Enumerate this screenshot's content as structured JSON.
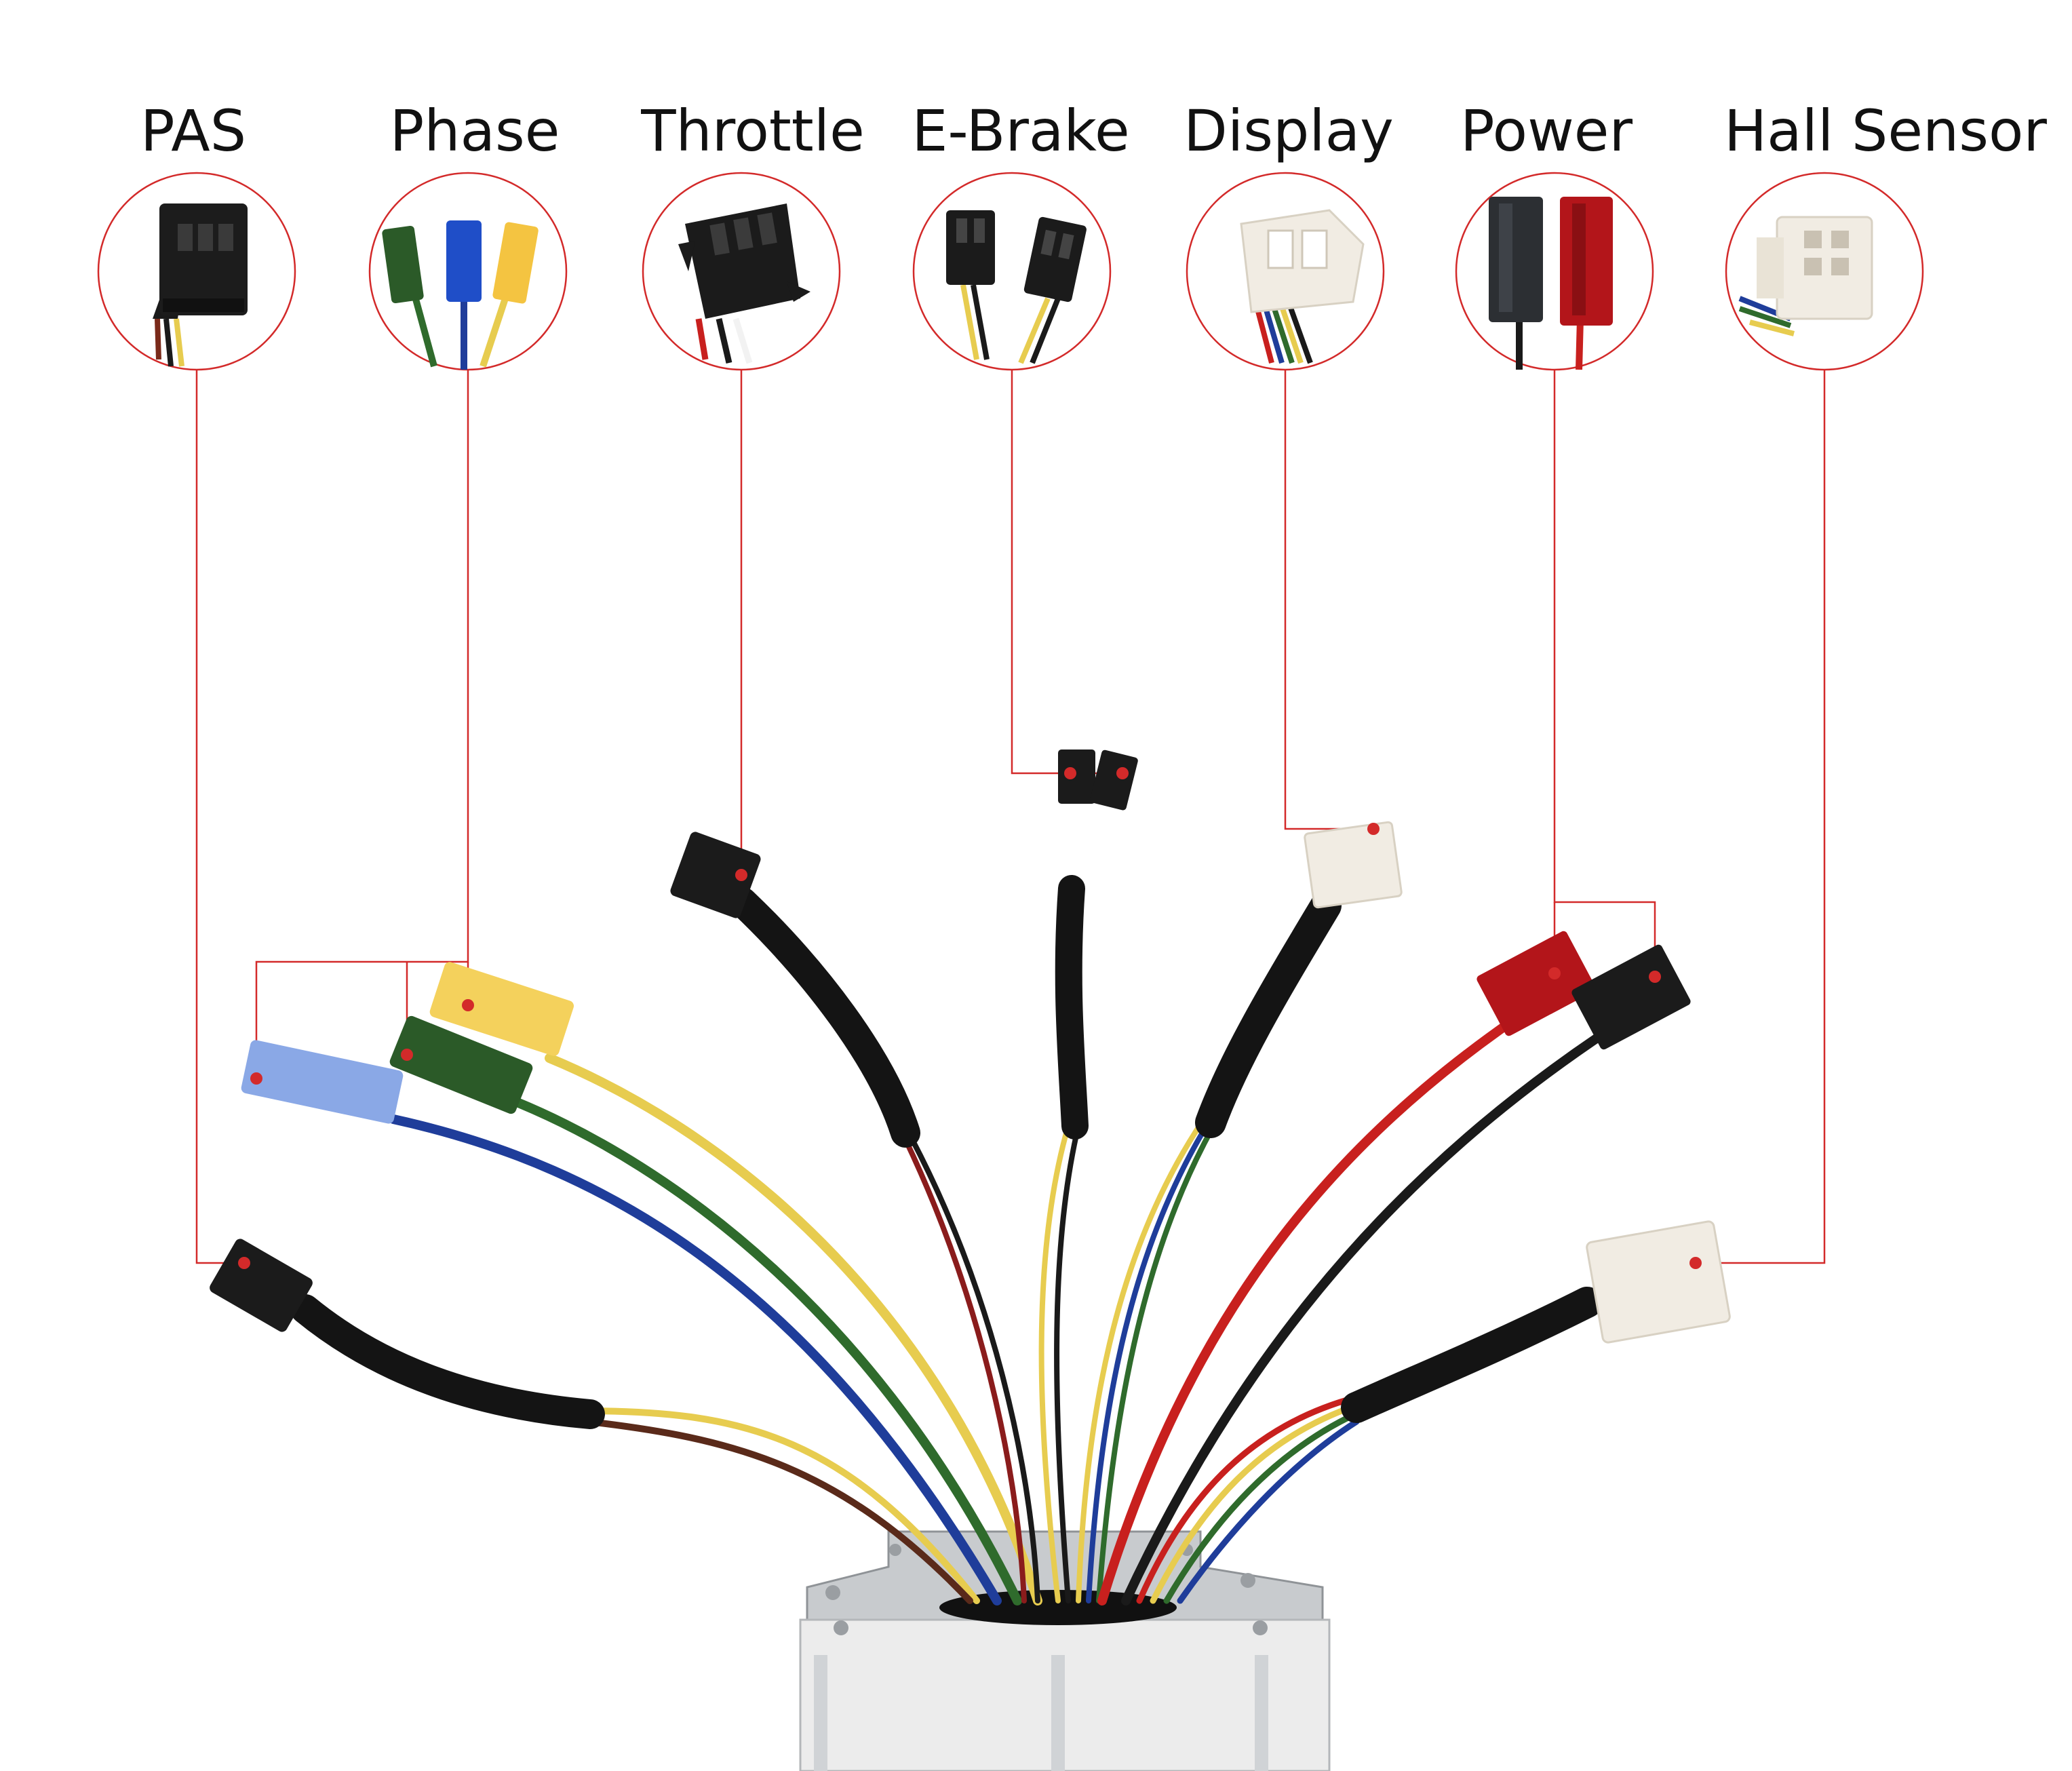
{
  "labels": {
    "pas": "PAS",
    "phase": "Phase",
    "throttle": "Throttle",
    "ebrake": "E-Brake",
    "display": "Display",
    "power": "Power",
    "hall": "Hall Sensor"
  },
  "colors": {
    "leader": "#d32a2a",
    "sleeve": "#141414",
    "wire_red": "#c8201e",
    "wire_yellow": "#e7cc4f",
    "wire_green": "#2f6b2c",
    "wire_blue": "#1f3d9a",
    "wire_black": "#1a1a1a",
    "wire_white": "#f2f2f2",
    "conn_yellow": "#f4d15c",
    "conn_green": "#2b5a28",
    "conn_blue": "#8aa8e6",
    "conn_red": "#b3151a",
    "conn_white": "#f1ece3",
    "conn_black": "#1b1b1b",
    "housing": "#c8cbce"
  },
  "icons": {
    "pas": "pas-connector-icon",
    "phase": "phase-connectors-icon",
    "throttle": "throttle-connector-icon",
    "ebrake": "ebrake-connectors-icon",
    "display": "display-connector-icon",
    "power": "power-connectors-icon",
    "hall": "hall-sensor-connector-icon"
  }
}
